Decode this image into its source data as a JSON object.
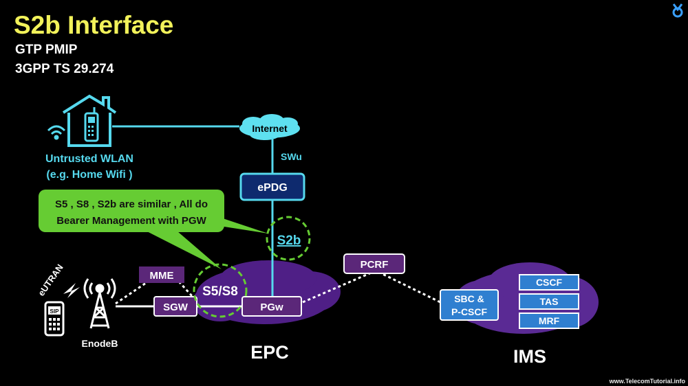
{
  "header": {
    "title": "S2b Interface",
    "subtitle_1": "GTP PMIP",
    "subtitle_2": "3GPP TS 29.274"
  },
  "callout": {
    "line_1": "S5 , S8 , S2b are similar , All do",
    "line_2": "Bearer Management with PGW"
  },
  "nodes": {
    "internet": "Internet",
    "swu": "SWu",
    "epdg": "ePDG",
    "s2b": "S2b",
    "pcrf": "PCRF",
    "mme": "MME",
    "sgw": "SGW",
    "s5s8": "S5/S8",
    "pgw": "PGw",
    "sbc_1": "SBC &",
    "sbc_2": "P-CSCF",
    "cscf": "CSCF",
    "tas": "TAS",
    "mrf": "MRF",
    "epc": "EPC",
    "ims": "IMS",
    "enodeb": "EnodeB",
    "eutran": "eUTRAN",
    "sip": "SIP",
    "wlan_1": "Untrusted WLAN",
    "wlan_2": "(e.g. Home Wifi )"
  },
  "footer": {
    "website": "www.TelecomTutorial.info"
  },
  "colors": {
    "title": "#f2f25a",
    "cyan_link": "#56d9ee",
    "epdg_fill": "#0e2a6e",
    "purple_node": "#5b2779",
    "cloud_purple": "#4f1f86",
    "ims_box": "#2f7fd0",
    "green": "#66cc33"
  }
}
